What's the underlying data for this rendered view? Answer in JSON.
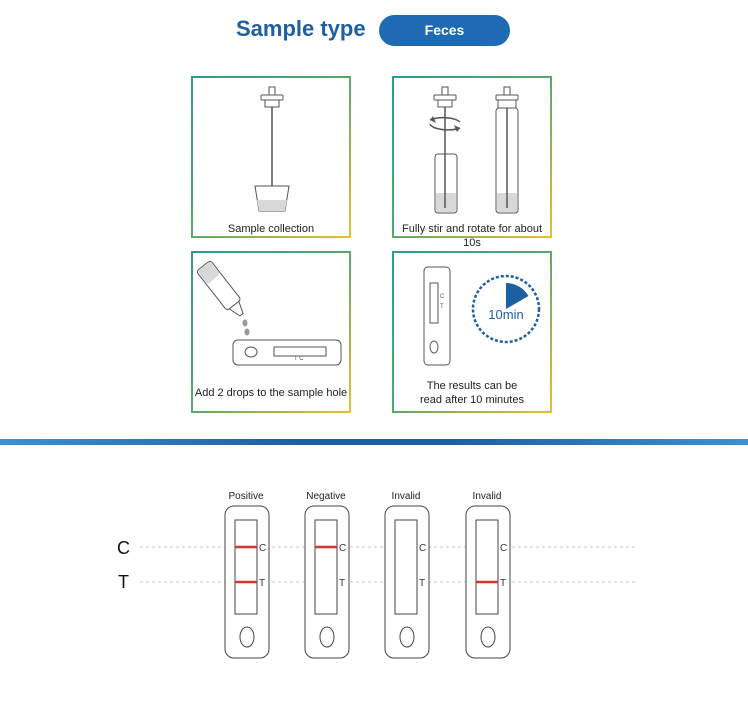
{
  "header": {
    "title": "Sample type",
    "sample": "Feces"
  },
  "steps": [
    {
      "caption": "Sample collection"
    },
    {
      "caption": "Fully stir and rotate for about 10s"
    },
    {
      "caption": "Add 2 drops to the sample hole"
    },
    {
      "caption_line1": "The results can be",
      "caption_line2": "read after 10 minutes",
      "timer": "10min"
    }
  ],
  "results": {
    "row_c": "C",
    "row_t": "T",
    "cassettes": [
      {
        "label": "Positive",
        "c_line": true,
        "t_line": true
      },
      {
        "label": "Negative",
        "c_line": true,
        "t_line": false
      },
      {
        "label": "Invalid",
        "c_line": false,
        "t_line": false
      },
      {
        "label": "Invalid",
        "c_line": false,
        "t_line": true
      }
    ],
    "marker_c": "C",
    "marker_t": "T"
  },
  "colors": {
    "brand": "#1e5fa0",
    "pill": "#1e6ab3",
    "line_red": "#d9342b"
  }
}
